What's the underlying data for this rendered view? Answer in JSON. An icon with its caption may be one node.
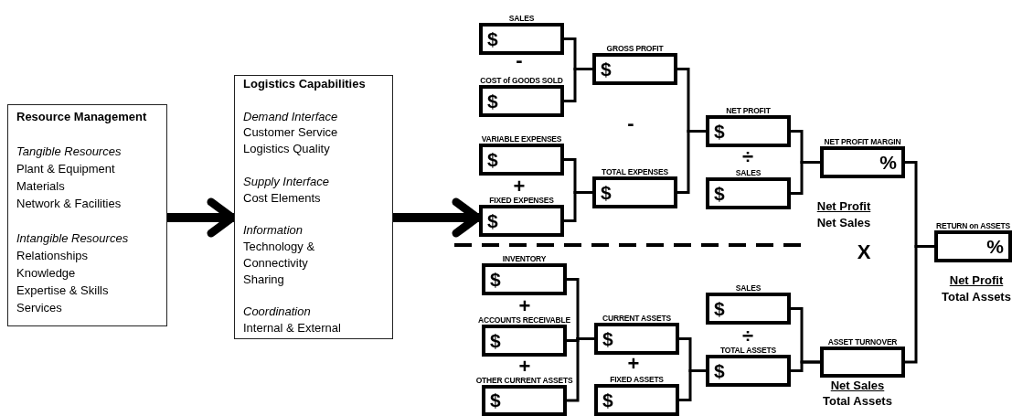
{
  "diagram": {
    "nodes": [
      {
        "text": [
          "Resource Management",
          "Tangible Resources",
          "Plant & Equipment",
          "Materials",
          "Network & Facilities",
          "Intangible Resources",
          "Relationships",
          "Knowledge",
          "Expertise & Skills",
          "Services"
        ]
      },
      {
        "text": [
          "Logistics Capabilities",
          "Demand Interface",
          "Customer Service",
          "Logistics Quality",
          "Supply Interface",
          "Cost Elements",
          "Information",
          "Technology & Connectivity",
          "Sharing",
          "Coordination",
          "Internal & External"
        ]
      },
      {
        "text": [
          "SALES",
          "$"
        ]
      },
      {
        "text": [
          "COST of GOODS SOLD",
          "$"
        ]
      },
      {
        "text": [
          "VARIABLE EXPENSES",
          "$"
        ]
      },
      {
        "text": [
          "FIXED EXPENSES",
          "$"
        ]
      },
      {
        "text": [
          "GROSS PROFIT",
          "$"
        ]
      },
      {
        "text": [
          "TOTAL EXPENSES",
          "$"
        ]
      },
      {
        "text": [
          "NET PROFIT",
          "$"
        ]
      },
      {
        "text": [
          "SALES",
          "$"
        ]
      },
      {
        "text": [
          "NET PROFIT MARGIN",
          "%"
        ]
      },
      {
        "text": [
          "INVENTORY",
          "$"
        ]
      },
      {
        "text": [
          "ACCOUNTS RECEIVABLE",
          "$"
        ]
      },
      {
        "text": [
          "OTHER CURRENT ASSETS",
          "$"
        ]
      },
      {
        "text": [
          "CURRENT ASSETS",
          "$"
        ]
      },
      {
        "text": [
          "FIXED ASSETS",
          "$"
        ]
      },
      {
        "text": [
          "SALES",
          "$"
        ]
      },
      {
        "text": [
          "TOTAL ASSETS",
          "$"
        ]
      },
      {
        "text": [
          "ASSET TURNOVER"
        ]
      },
      {
        "text": [
          "RETURN on ASSETS",
          "%"
        ]
      }
    ],
    "edges": [
      {
        "from": 0,
        "to": 1,
        "arrow": "to",
        "style": "thick"
      },
      {
        "from": 1,
        "to": 5,
        "arrow": "to",
        "style": "thick"
      },
      {
        "from": 2,
        "to": 6,
        "arrow": "none"
      },
      {
        "from": 3,
        "to": 6,
        "arrow": "none"
      },
      {
        "from": 4,
        "to": 7,
        "arrow": "none"
      },
      {
        "from": 5,
        "to": 7,
        "arrow": "none"
      },
      {
        "from": 6,
        "to": 8,
        "arrow": "none"
      },
      {
        "from": 7,
        "to": 8,
        "arrow": "none"
      },
      {
        "from": 8,
        "to": 10,
        "arrow": "none"
      },
      {
        "from": 9,
        "to": 10,
        "arrow": "none"
      },
      {
        "from": 11,
        "to": 14,
        "arrow": "none"
      },
      {
        "from": 12,
        "to": 14,
        "arrow": "none"
      },
      {
        "from": 13,
        "to": 14,
        "arrow": "none"
      },
      {
        "from": 14,
        "to": 17,
        "arrow": "none"
      },
      {
        "from": 15,
        "to": 17,
        "arrow": "none"
      },
      {
        "from": 16,
        "to": 18,
        "arrow": "none"
      },
      {
        "from": 17,
        "to": 18,
        "arrow": "none"
      },
      {
        "from": 10,
        "to": 19,
        "arrow": "none"
      },
      {
        "from": 18,
        "to": 19,
        "arrow": "none"
      }
    ],
    "labels": [
      "-",
      "-",
      "+",
      "÷",
      "Net Profit",
      "Net Sales",
      "X",
      "Net Profit",
      "Total Assets",
      "+",
      "+",
      "+",
      "÷",
      "Net Sales",
      "Total Assets"
    ]
  }
}
